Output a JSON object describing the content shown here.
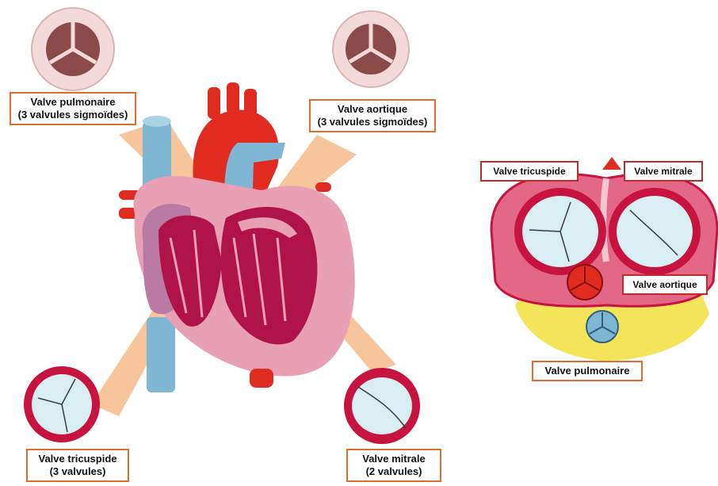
{
  "colors": {
    "label_border": "#e36c2a",
    "label_border_red": "#c22a2a",
    "myocardium": "#e8a0b4",
    "chamber": "#b0134a",
    "vein_blue": "#7fb6d3",
    "artery_red": "#e02b20",
    "fat_yellow": "#f3e45a",
    "valve_leaflet": "#bfe0e8",
    "beam": "#f4b27a"
  },
  "heart_labels": {
    "pulmonary": {
      "line1": "Valve pulmonaire",
      "line2": "(3 valvules sigmoïdes)"
    },
    "aortic": {
      "line1": "Valve aortique",
      "line2": "(3 valvules sigmoïdes)"
    },
    "tricuspid": {
      "line1": "Valve tricuspide",
      "line2": "(3 valvules)"
    },
    "mitral": {
      "line1": "Valve mitrale",
      "line2": "(2 valvules)"
    }
  },
  "section_labels": {
    "tricuspid": "Valve tricuspide",
    "mitral": "Valve mitrale",
    "aortic": "Valve aortique",
    "pulmonary": "Valve pulmonaire"
  }
}
